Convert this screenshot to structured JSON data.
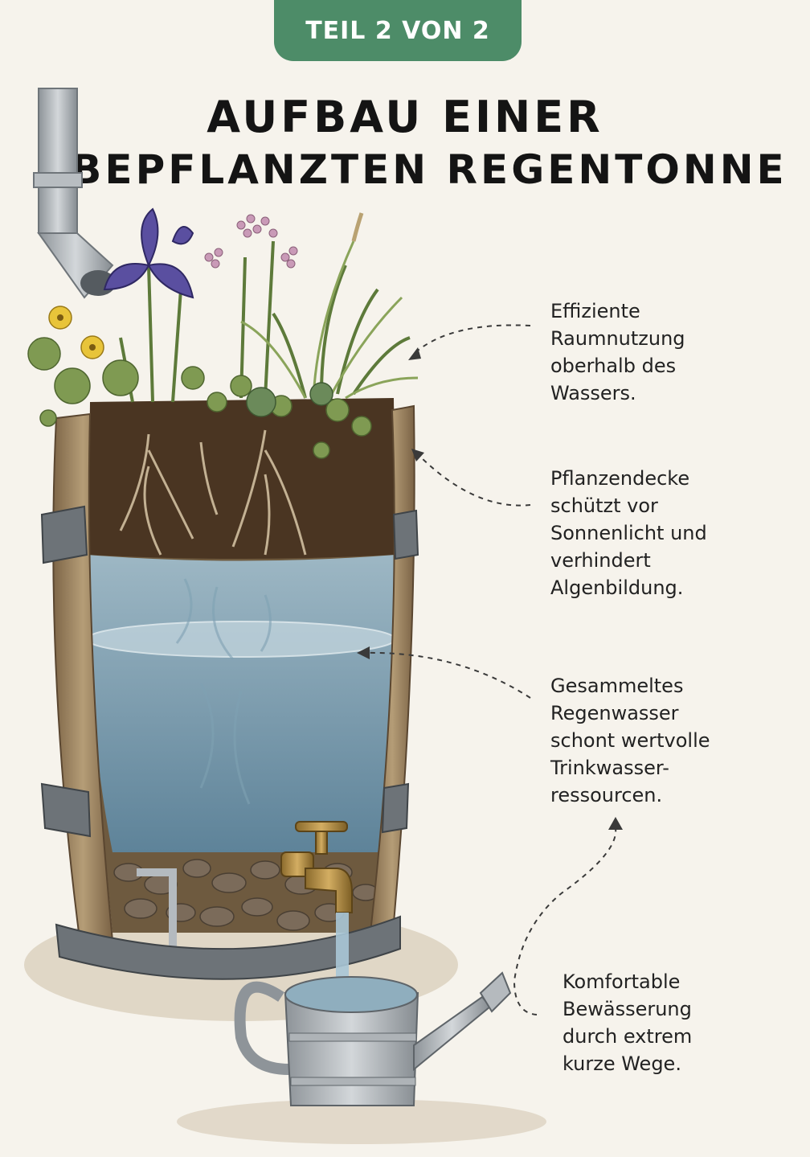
{
  "badge": "TEIL 2 VON 2",
  "title": {
    "line1": "AUFBAU EINER",
    "line2": "BEPFLANZTEN REGENTONNE"
  },
  "annotations": [
    {
      "id": "space",
      "text": "Effiziente\nRaumnutzung\noberhalb des\nWassers."
    },
    {
      "id": "cover",
      "text": "Pflanzendecke\nschützt vor\nSonnenlicht und\nverhindert\nAlgenbildung."
    },
    {
      "id": "water",
      "text": "Gesammeltes\nRegenwasser\nschont wertvolle\nTrinkwasser-\nressourcen."
    },
    {
      "id": "watering",
      "text": "Komfortable\nBewässerung\ndurch extrem\nkurze Wege."
    }
  ],
  "colors": {
    "badge": "#4d8c68",
    "background": "#f6f3ec",
    "wood": "#a48a64",
    "water": "#6f93a8",
    "soil": "#4a3522"
  }
}
